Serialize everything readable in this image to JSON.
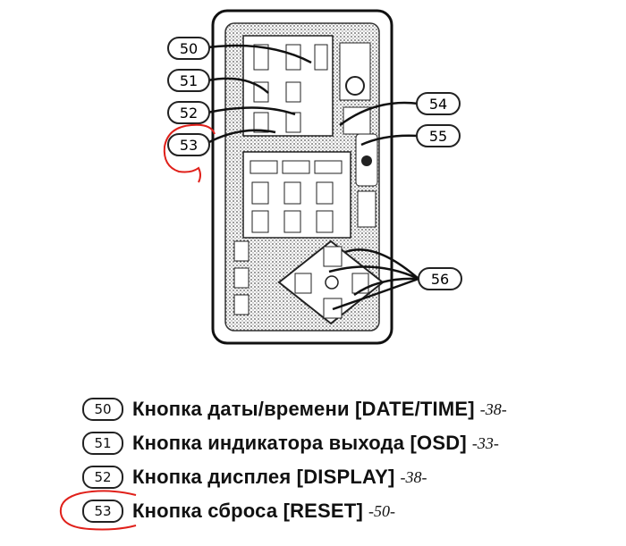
{
  "diagram": {
    "callouts": [
      {
        "number": "50"
      },
      {
        "number": "51"
      },
      {
        "number": "52"
      },
      {
        "number": "53"
      },
      {
        "number": "54"
      },
      {
        "number": "55"
      },
      {
        "number": "56"
      }
    ],
    "accent_color": "#e0201a"
  },
  "legend": [
    {
      "number": "50",
      "text": "Кнопка даты/времени [DATE/TIME]",
      "page": "-38-"
    },
    {
      "number": "51",
      "text": "Кнопка индикатора выхода [OSD]",
      "page": "-33-"
    },
    {
      "number": "52",
      "text": "Кнопка дисплея [DISPLAY]",
      "page": "-38-"
    },
    {
      "number": "53",
      "text": "Кнопка сброса [RESET]",
      "page": "-50-"
    }
  ]
}
